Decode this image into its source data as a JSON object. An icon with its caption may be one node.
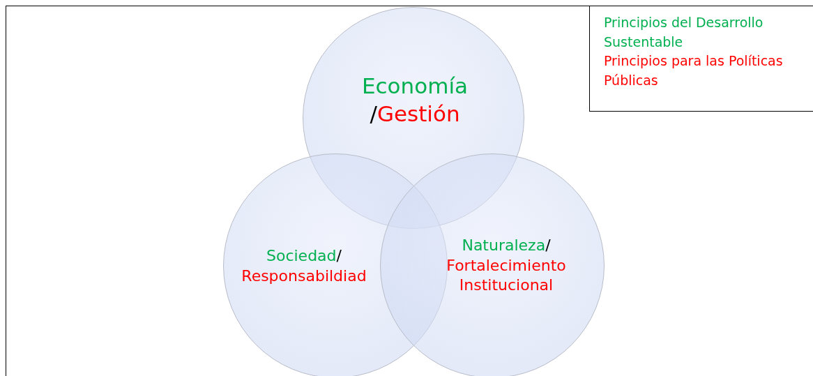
{
  "diagram": {
    "nodes": [
      {
        "text": [
          "Economía",
          "/",
          "Gestión"
        ]
      },
      {
        "text": [
          "Sociedad",
          "/",
          "Responsabildiad"
        ]
      },
      {
        "text": [
          "Naturaleza",
          "/",
          "Fortalecimiento Institucional"
        ]
      }
    ],
    "legend": [
      {
        "text": "Principios del Desarrollo Sustentable",
        "color": "#00b050"
      },
      {
        "text": "Principios para las Políticas Públicas",
        "color": "#ff0000"
      }
    ]
  }
}
